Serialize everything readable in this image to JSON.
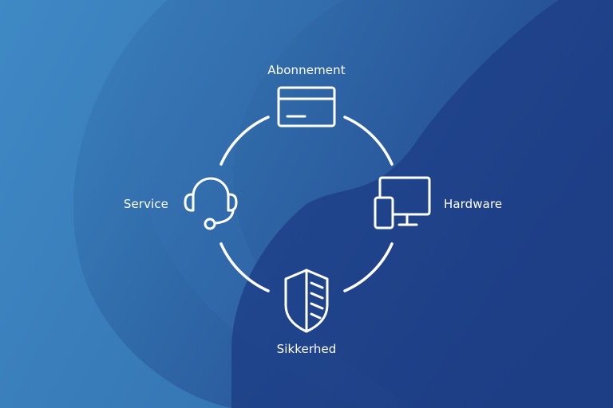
{
  "diagram": {
    "nodes": [
      {
        "id": "top",
        "label": "Abonnement",
        "icon": "payment-card-icon"
      },
      {
        "id": "right",
        "label": "Hardware",
        "icon": "devices-icon"
      },
      {
        "id": "bottom",
        "label": "Sikkerhed",
        "icon": "shield-icon"
      },
      {
        "id": "left",
        "label": "Service",
        "icon": "headset-icon"
      }
    ],
    "connector": "circle"
  },
  "colors": {
    "background_light": "#3b83c0",
    "background_mid": "#2b5b9e",
    "background_dark": "#1f3f86",
    "foreground": "#ffffff"
  }
}
